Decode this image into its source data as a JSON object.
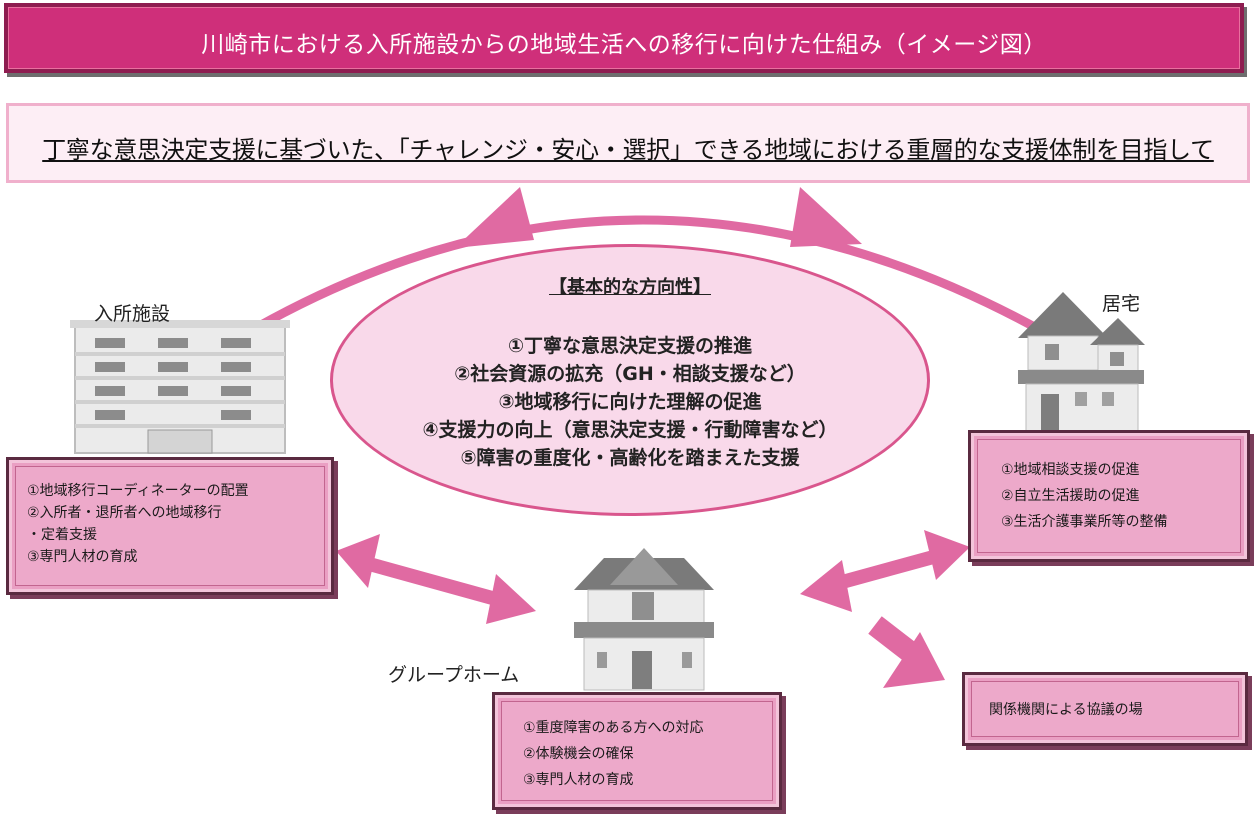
{
  "title": "川崎市における入所施設からの地域生活への移行に向けた仕組み（イメージ図）",
  "subtitle": "丁寧な意思決定支援に基づいた、「チャレンジ・安心・選択」できる地域における重層的な支援体制を目指して",
  "center": {
    "heading": "【基本的な方向性】",
    "items": [
      "①丁寧な意思決定支援の推進",
      "②社会資源の拡充（GH・相談支援など）",
      "③地域移行に向けた理解の促進",
      "④支援力の向上（意思決定支援・行動障害など）",
      "⑤障害の重度化・高齢化を踏まえた支援"
    ]
  },
  "facility": {
    "label": "入所施設",
    "items": [
      "①地域移行コーディネーターの配置",
      "②入所者・退所者への地域移行",
      "・定着支援",
      "③専門人材の育成"
    ]
  },
  "home": {
    "label": "居宅",
    "items": [
      "①地域相談支援の促進",
      "②自立生活援助の促進",
      "③生活介護事業所等の整備"
    ]
  },
  "grouphome": {
    "label": "グループホーム",
    "items": [
      "①重度障害のある方への対応",
      "②体験機会の確保",
      "③専門人材の育成"
    ]
  },
  "council": {
    "label": "関係機関による協議の場"
  },
  "colors": {
    "banner": "#cf2f7a",
    "arrow": "#e06aa2",
    "ellipse_fill": "#f9d9ea",
    "box_fill": "#eda9ca"
  }
}
